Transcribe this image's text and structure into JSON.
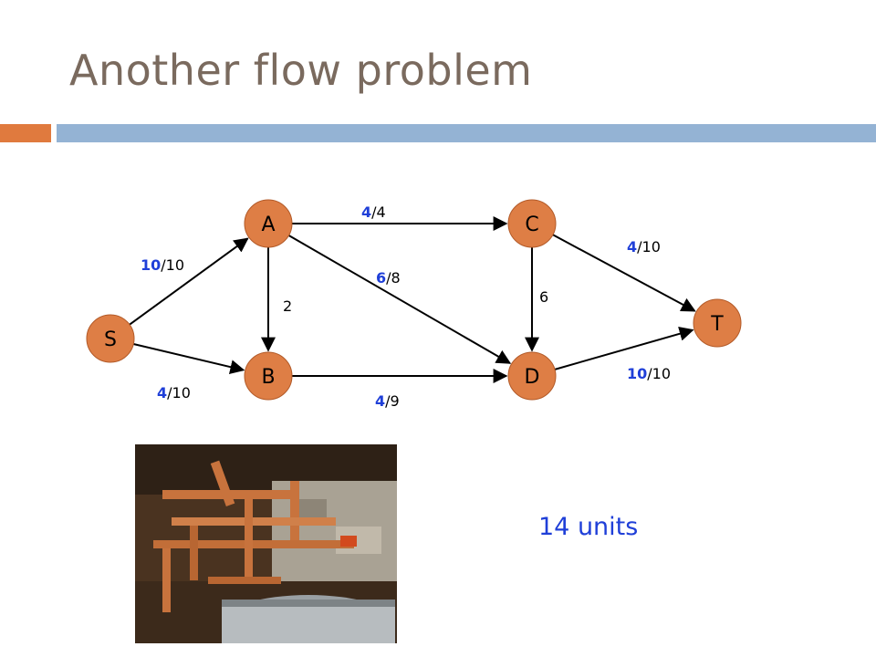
{
  "title": "Another flow problem",
  "colors": {
    "accent_orange": "#e07a3e",
    "accent_blue": "#94b3d4",
    "node_fill": "#de7e45",
    "flow_text": "#1f3fd8",
    "title_text": "#7a6a5e"
  },
  "graph": {
    "nodes": [
      {
        "id": "S",
        "label": "S"
      },
      {
        "id": "A",
        "label": "A"
      },
      {
        "id": "B",
        "label": "B"
      },
      {
        "id": "C",
        "label": "C"
      },
      {
        "id": "D",
        "label": "D"
      },
      {
        "id": "T",
        "label": "T"
      }
    ],
    "edges": [
      {
        "from": "S",
        "to": "A",
        "flow": "10",
        "capacity": "10"
      },
      {
        "from": "S",
        "to": "B",
        "flow": "4",
        "capacity": "10"
      },
      {
        "from": "A",
        "to": "B",
        "flow": "",
        "capacity": "2"
      },
      {
        "from": "A",
        "to": "C",
        "flow": "4",
        "capacity": "4"
      },
      {
        "from": "A",
        "to": "D",
        "flow": "6",
        "capacity": "8"
      },
      {
        "from": "B",
        "to": "D",
        "flow": "4",
        "capacity": "9"
      },
      {
        "from": "C",
        "to": "D",
        "flow": "",
        "capacity": "6"
      },
      {
        "from": "C",
        "to": "T",
        "flow": "4",
        "capacity": "10"
      },
      {
        "from": "D",
        "to": "T",
        "flow": "10",
        "capacity": "10"
      }
    ]
  },
  "result": "14 units",
  "photo": {
    "subject": "copper-pipes"
  }
}
